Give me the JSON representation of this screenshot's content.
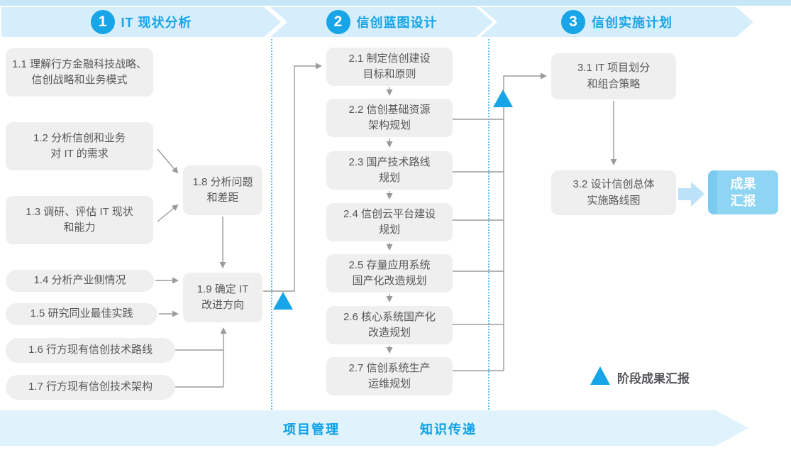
{
  "phases": [
    {
      "number": "1",
      "title": "IT 现状分析"
    },
    {
      "number": "2",
      "title": "信创蓝图设计"
    },
    {
      "number": "3",
      "title": "信创实施计划"
    }
  ],
  "stage1": {
    "s11": {
      "l1": "1.1 理解行方金融科技战略、",
      "l2": "信创战略和业务模式"
    },
    "s12": {
      "l1": "1.2 分析信创和业务",
      "l2": "对 IT 的需求"
    },
    "s13": {
      "l1": "1.3 调研、评估 IT 现状",
      "l2": "和能力"
    },
    "s14": {
      "l1": "1.4 分析产业侧情况"
    },
    "s15": {
      "l1": "1.5 研究同业最佳实践"
    },
    "s16": {
      "l1": "1.6 行方现有信创技术路线"
    },
    "s17": {
      "l1": "1.7 行方现有信创技术架构"
    },
    "s18": {
      "l1": "1.8 分析问题",
      "l2": "和差距"
    },
    "s19": {
      "l1": "1.9 确定 IT",
      "l2": "改进方向"
    }
  },
  "stage2": {
    "s21": {
      "l1": "2.1 制定信创建设",
      "l2": "目标和原则"
    },
    "s22": {
      "l1": "2.2 信创基础资源",
      "l2": "架构规划"
    },
    "s23": {
      "l1": "2.3 国产技术路线",
      "l2": "规划"
    },
    "s24": {
      "l1": "2.4 信创云平台建设",
      "l2": "规划"
    },
    "s25": {
      "l1": "2.5 存量应用系统",
      "l2": "国产化改造规划"
    },
    "s26": {
      "l1": "2.6 核心系统国产化",
      "l2": "改造规划"
    },
    "s27": {
      "l1": "2.7 信创系统生产",
      "l2": "运维规划"
    }
  },
  "stage3": {
    "s31": {
      "l1": "3.1 IT 项目划分",
      "l2": "和组合策略"
    },
    "s32": {
      "l1": "3.2 设计信创总体",
      "l2": "实施路线图"
    },
    "result": {
      "l1": "成果",
      "l2": "汇报"
    }
  },
  "legend": {
    "milestone_label": "阶段成果汇报"
  },
  "footer": {
    "left_label": "项目管理",
    "right_label": "知识传递"
  },
  "colors": {
    "accent": "#18A5E8",
    "header_bar": "#D6EEFB",
    "top_strip": "#C7E7F8",
    "box_fill": "#EFEFEF",
    "box_text": "#57585A",
    "connector": "#9B9B9B",
    "divider_dotted": "#5FC3EF",
    "result_fill": "#8ED5F3",
    "result_arrow": "#BBE2F8",
    "footer_bar": "#E0F2FB",
    "footer_text": "#0AA0E8"
  }
}
